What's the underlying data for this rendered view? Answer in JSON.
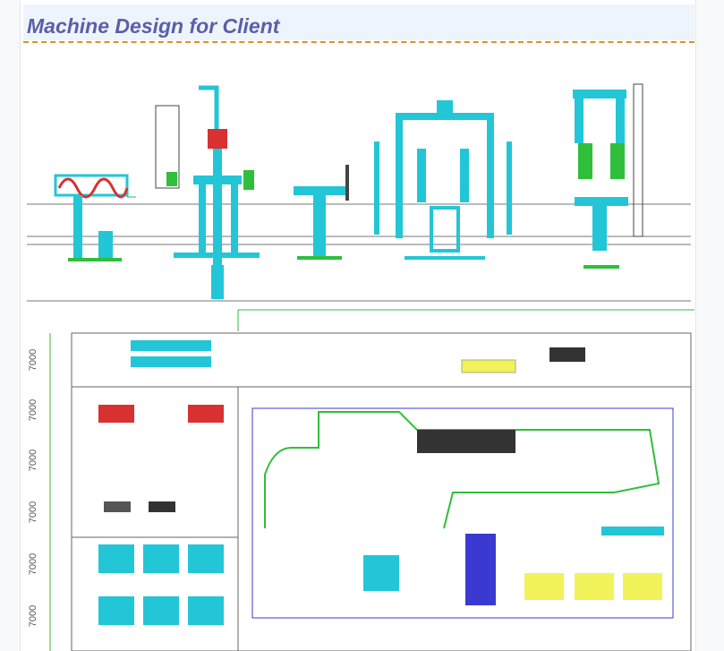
{
  "header": {
    "title": "Machine Design for Client"
  },
  "colors": {
    "title": "#5a5fa8",
    "divider": "#d9922e",
    "cad_cyan": "#22c6d6",
    "cad_red": "#d93030",
    "cad_green": "#2fbf3a",
    "cad_blue": "#3a3ad0",
    "cad_yellow": "#f2f25a"
  },
  "floorplan": {
    "row_dimensions": [
      "7000",
      "7000",
      "7000",
      "7000",
      "7000",
      "7000"
    ]
  }
}
